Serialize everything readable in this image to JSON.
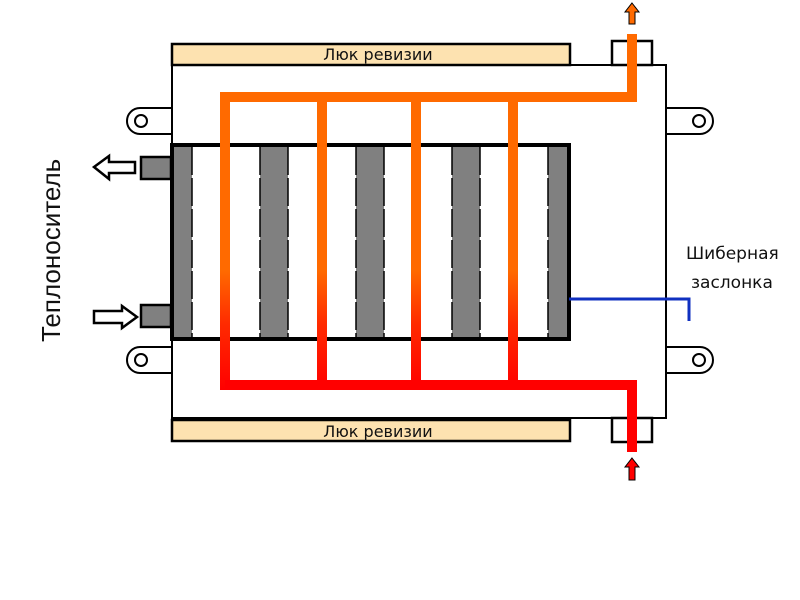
{
  "diagram": {
    "title": "Heat exchanger schematic",
    "labels": {
      "top_hatch": "Люк ревизии",
      "bottom_hatch": "Люк ревизии",
      "damper_line1": "Шиберная",
      "damper_line2": "заслонка",
      "coolant": "Теплоноситель"
    },
    "colors": {
      "hot_pipe": "#ff6a00",
      "cold_pipe": "#ff0000",
      "hatch_fill": "#fde2b0",
      "fin_fill": "#808080",
      "damper": "#1030c0",
      "outline": "#000000"
    },
    "fins": {
      "count": 5
    },
    "riser_pipes": {
      "count": 4
    },
    "icons": {
      "outlet_arrow": "arrow-up-icon",
      "inlet_arrow": "arrow-up-icon",
      "coolant_out": "arrow-left-icon",
      "coolant_in": "arrow-right-icon",
      "mount_lug": "mount-lug-icon"
    }
  }
}
